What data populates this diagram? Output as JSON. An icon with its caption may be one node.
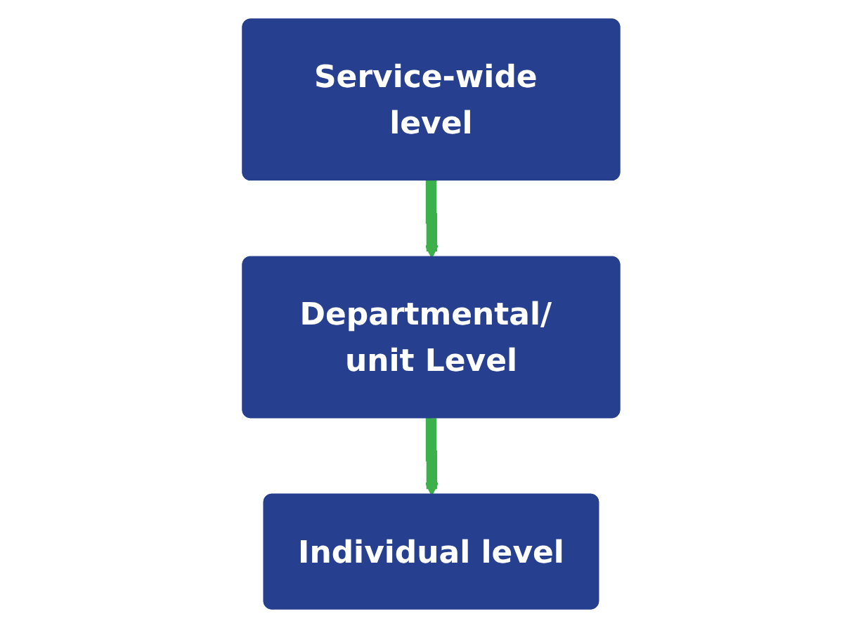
{
  "diagram": {
    "nodes": [
      {
        "text": [
          "Service-wide level"
        ]
      },
      {
        "text": [
          "Departmental/ unit Level"
        ]
      },
      {
        "text": [
          "Individual level"
        ]
      }
    ],
    "edges": [
      {
        "from": 0,
        "to": 1,
        "arrow": "to"
      },
      {
        "from": 1,
        "to": 2,
        "arrow": "to"
      }
    ]
  }
}
